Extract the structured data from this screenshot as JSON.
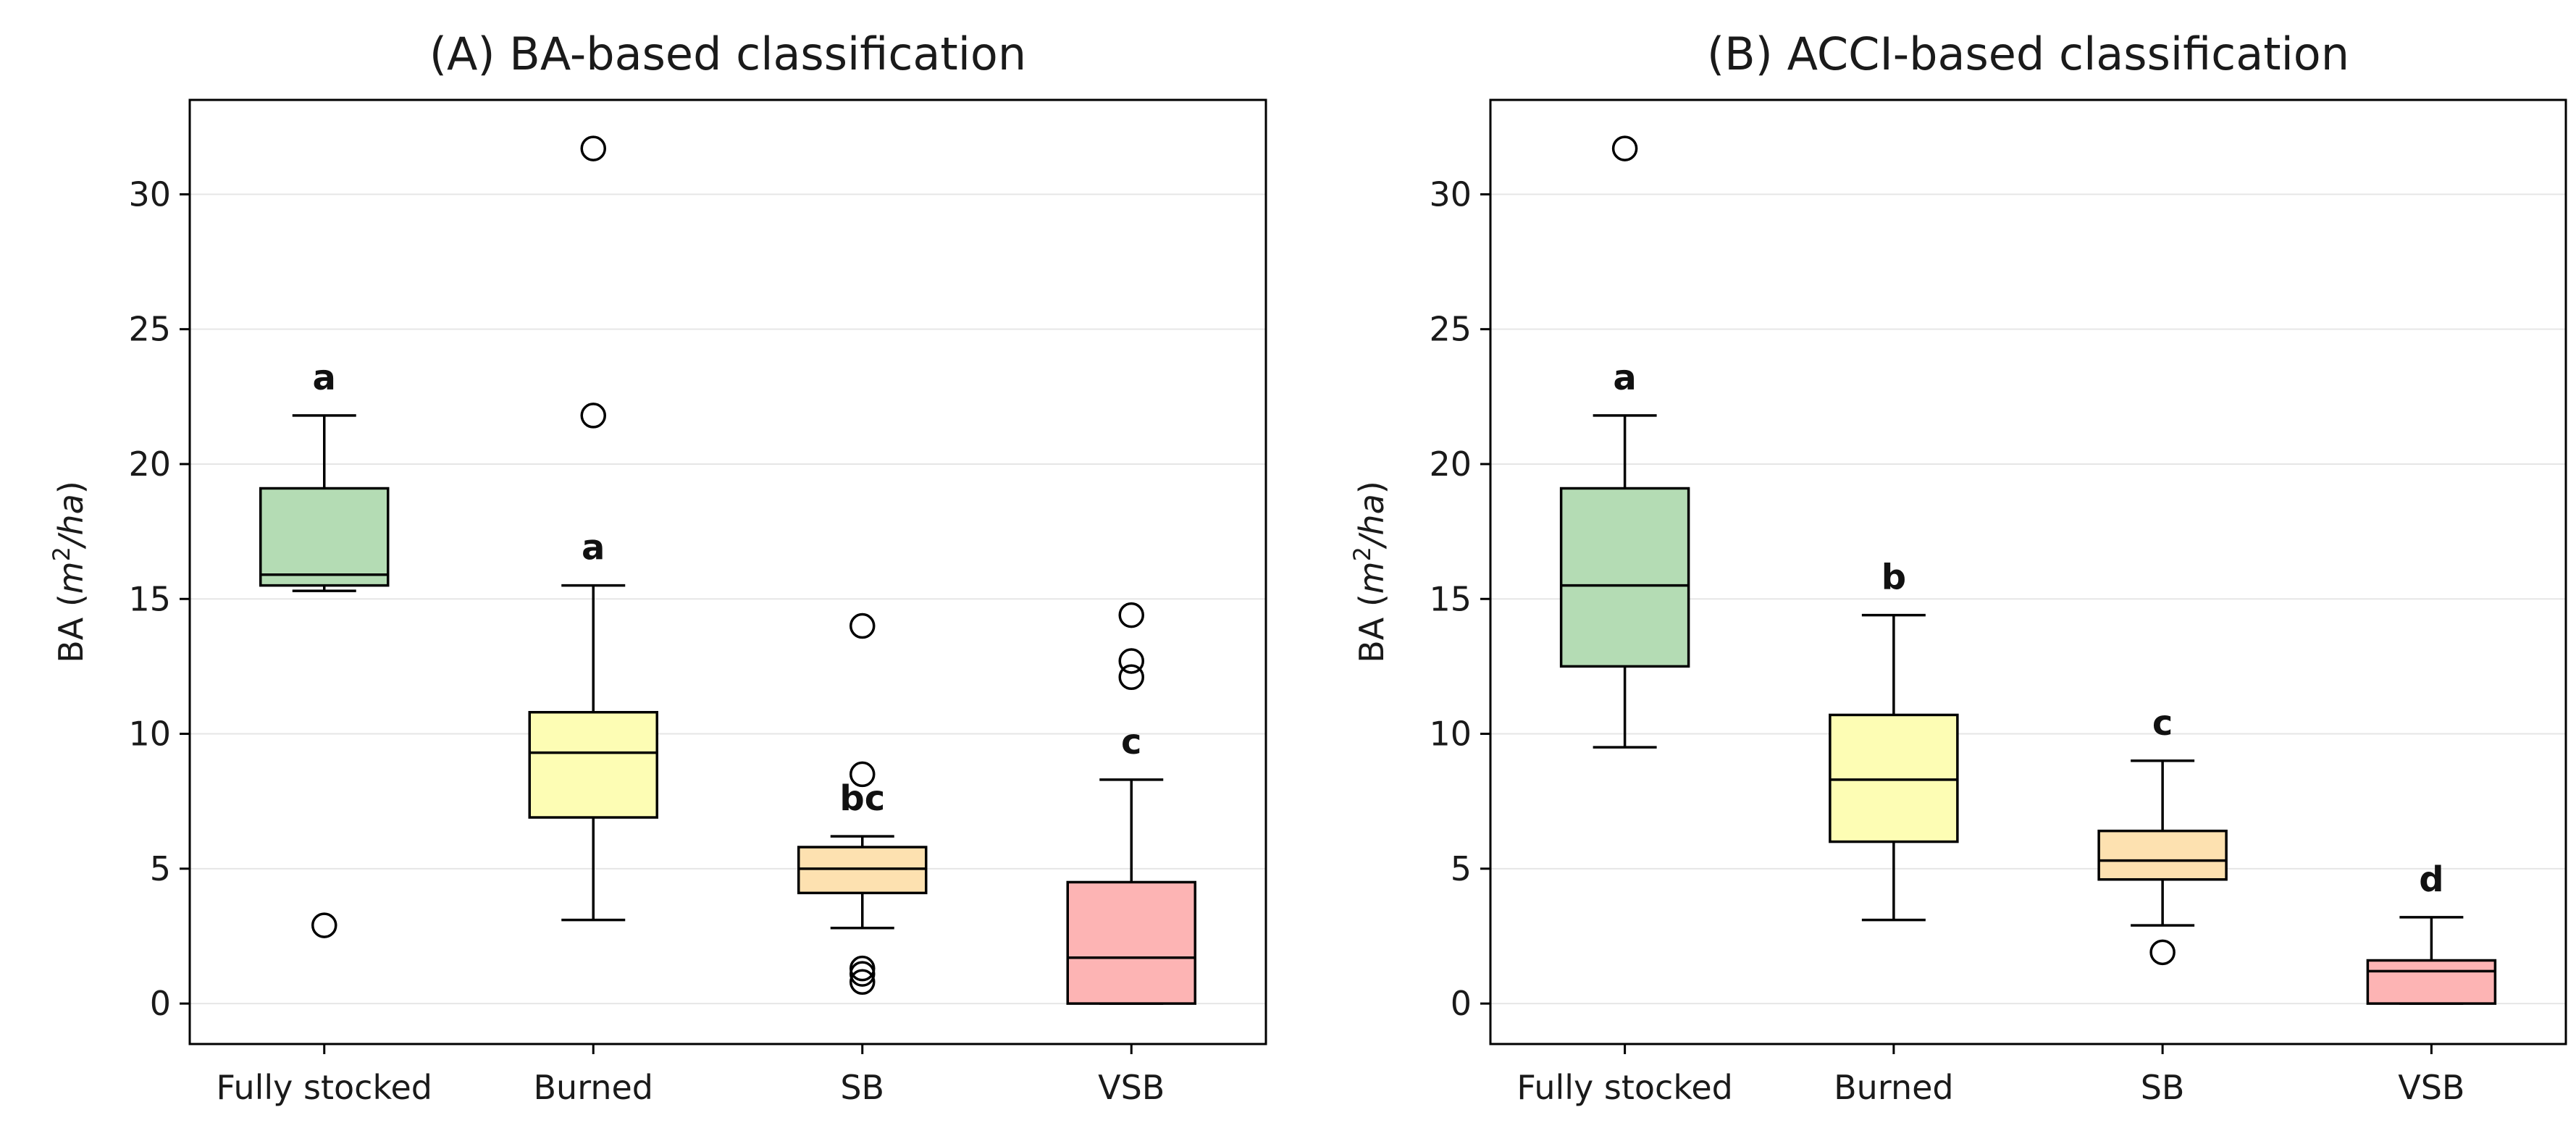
{
  "chart_data": [
    {
      "type": "box",
      "title": "(A) BA-based classification",
      "ylabel_text": "BA (",
      "ylabel_unit_base": "m",
      "ylabel_unit_exp": "2",
      "ylabel_unit_rest": "/ha",
      "ylabel_close": ")",
      "ylim": [
        -1.5,
        33.5
      ],
      "yticks": [
        0,
        5,
        10,
        15,
        20,
        25,
        30
      ],
      "grid": "horizontal",
      "categories": [
        "Fully stocked",
        "Burned",
        "SB",
        "VSB"
      ],
      "boxes": [
        {
          "category": "Fully stocked",
          "whisker_low": 15.3,
          "q1": 15.5,
          "median": 15.9,
          "q3": 19.1,
          "whisker_high": 21.8,
          "fliers": [
            2.9
          ],
          "color": "#b4dcb4",
          "sig": "a"
        },
        {
          "category": "Burned",
          "whisker_low": 3.1,
          "q1": 6.9,
          "median": 9.3,
          "q3": 10.8,
          "whisker_high": 15.5,
          "fliers": [
            21.8,
            31.7
          ],
          "color": "#fdfdb4",
          "sig": "a"
        },
        {
          "category": "SB",
          "whisker_low": 2.8,
          "q1": 4.1,
          "median": 5.0,
          "q3": 5.8,
          "whisker_high": 6.2,
          "fliers": [
            0.8,
            1.1,
            1.3,
            8.5,
            14.0
          ],
          "color": "#fde1b0",
          "sig": "bc"
        },
        {
          "category": "VSB",
          "whisker_low": 0.0,
          "q1": 0.0,
          "median": 1.7,
          "q3": 4.5,
          "whisker_high": 8.3,
          "fliers": [
            12.1,
            12.7,
            14.4
          ],
          "color": "#fdb4b4",
          "sig": "c"
        }
      ]
    },
    {
      "type": "box",
      "title": "(B) ACCI-based classification",
      "ylabel_text": "BA (",
      "ylabel_unit_base": "m",
      "ylabel_unit_exp": "2",
      "ylabel_unit_rest": "/ha",
      "ylabel_close": ")",
      "ylim": [
        -1.5,
        33.5
      ],
      "yticks": [
        0,
        5,
        10,
        15,
        20,
        25,
        30
      ],
      "grid": "horizontal",
      "categories": [
        "Fully stocked",
        "Burned",
        "SB",
        "VSB"
      ],
      "boxes": [
        {
          "category": "Fully stocked",
          "whisker_low": 9.5,
          "q1": 12.5,
          "median": 15.5,
          "q3": 19.1,
          "whisker_high": 21.8,
          "fliers": [
            31.7
          ],
          "color": "#b4dcb4",
          "sig": "a"
        },
        {
          "category": "Burned",
          "whisker_low": 3.1,
          "q1": 6.0,
          "median": 8.3,
          "q3": 10.7,
          "whisker_high": 14.4,
          "fliers": [],
          "color": "#fdfdb4",
          "sig": "b"
        },
        {
          "category": "SB",
          "whisker_low": 2.9,
          "q1": 4.6,
          "median": 5.3,
          "q3": 6.4,
          "whisker_high": 9.0,
          "fliers": [
            1.9
          ],
          "color": "#fde1b0",
          "sig": "c"
        },
        {
          "category": "VSB",
          "whisker_low": 0.0,
          "q1": 0.0,
          "median": 1.2,
          "q3": 1.6,
          "whisker_high": 3.2,
          "fliers": [],
          "color": "#fdb4b4",
          "sig": "d"
        }
      ]
    }
  ]
}
